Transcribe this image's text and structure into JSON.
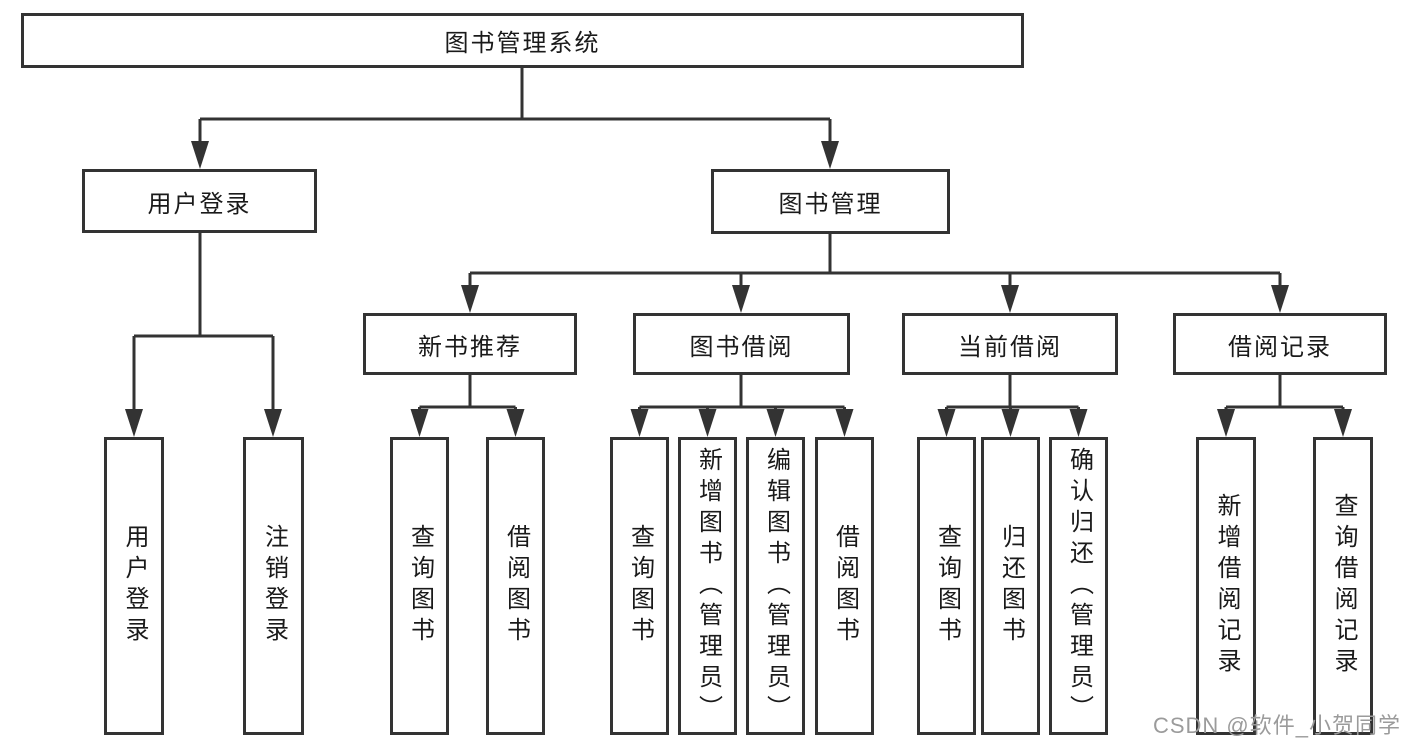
{
  "tree": {
    "label": "图书管理系统",
    "children": [
      {
        "label": "用户登录",
        "children": [
          {
            "label": "用户登录"
          },
          {
            "label": "注销登录"
          }
        ]
      },
      {
        "label": "图书管理",
        "children": [
          {
            "label": "新书推荐",
            "children": [
              {
                "label": "查询图书"
              },
              {
                "label": "借阅图书"
              }
            ]
          },
          {
            "label": "图书借阅",
            "children": [
              {
                "label": "查询图书"
              },
              {
                "label": "新增图书（管理员）"
              },
              {
                "label": "编辑图书（管理员）"
              },
              {
                "label": "借阅图书"
              }
            ]
          },
          {
            "label": "当前借阅",
            "children": [
              {
                "label": "查询图书"
              },
              {
                "label": "归还图书"
              },
              {
                "label": "确认归还（管理员）"
              }
            ]
          },
          {
            "label": "借阅记录",
            "children": [
              {
                "label": "新增借阅记录"
              },
              {
                "label": "查询借阅记录"
              }
            ]
          }
        ]
      }
    ]
  },
  "watermark": {
    "text": "CSDN @软件_小贺同学"
  },
  "colors": {
    "line": "#333333",
    "text": "#1a1a1a",
    "watermark": "#9b9b9b",
    "background": "#ffffff"
  }
}
